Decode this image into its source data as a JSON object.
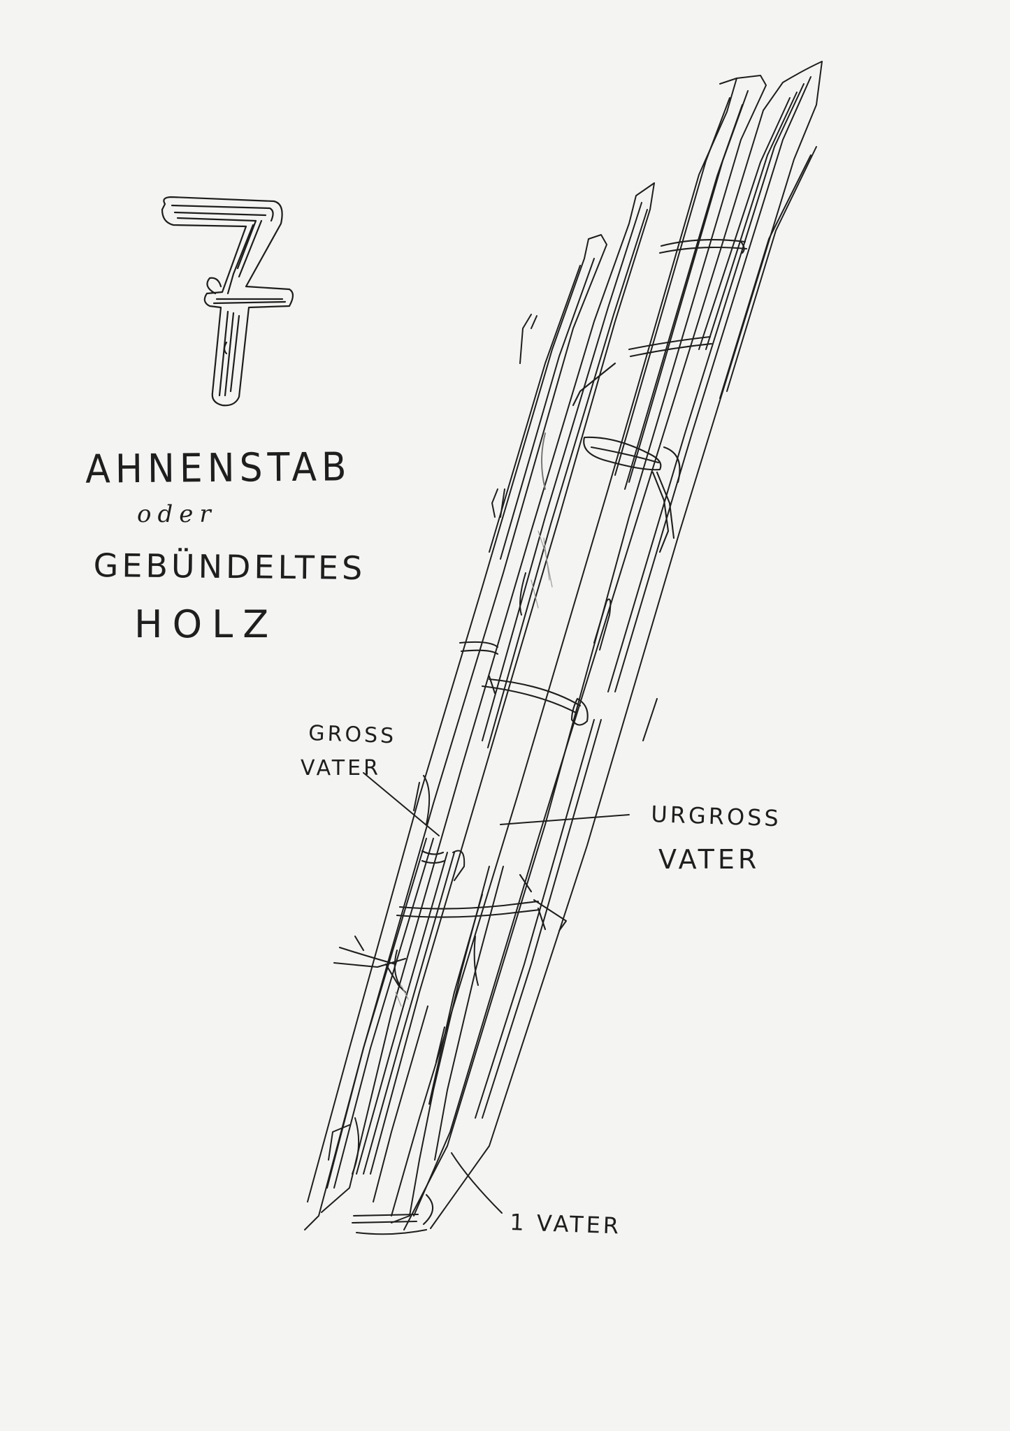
{
  "number": "7",
  "title": {
    "line1": "AHNENSTAB",
    "line2": "oder",
    "line3": "GEBÜNDELTES",
    "line4": "HOLZ"
  },
  "labels": {
    "grossvater_line1": "GROSS",
    "grossvater_line2": "VATER",
    "urgrossvater_line1": "URGROSS",
    "urgrossvater_line2": "VATER",
    "vater": "1 VATER"
  },
  "colors": {
    "paper": "#f4f4f3",
    "ink": "#1e1e1e",
    "shade": "#9a9a9a"
  }
}
